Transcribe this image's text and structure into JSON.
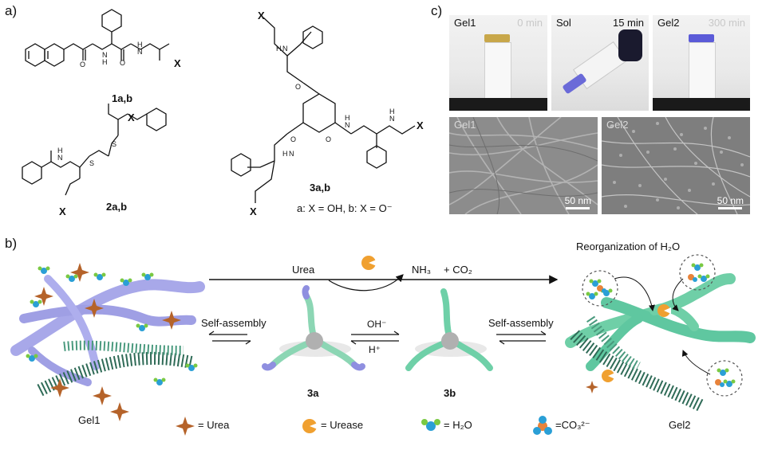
{
  "panels": {
    "a": "a)",
    "b": "b)",
    "c": "c)"
  },
  "compounds": {
    "c1": "1a,b",
    "c2": "2a,b",
    "c3": "3a,b",
    "x_label": "X",
    "definition": "a: X = OH, b: X = O⁻"
  },
  "panel_c": {
    "photos": [
      {
        "title": "Gel1",
        "time": "0 min"
      },
      {
        "title": "Sol",
        "time": "15 min"
      },
      {
        "title": "Gel2",
        "time": "300 min"
      }
    ],
    "tem": [
      {
        "title": "Gel1",
        "scale": "50 nm"
      },
      {
        "title": "Gel2",
        "scale": "50 nm"
      }
    ]
  },
  "panel_b": {
    "urea": "Urea",
    "nh3": "NH₃",
    "plus_co2": "+ CO₂",
    "self_assembly_left": "Self-assembly",
    "self_assembly_right": "Self-assembly",
    "oh": "OH⁻",
    "h": "H⁺",
    "label_3a": "3a",
    "label_3b": "3b",
    "gel1": "Gel1",
    "gel2": "Gel2",
    "reorg": "Reorganization of H₂O"
  },
  "legend": {
    "urea": "= Urea",
    "urease": "= Urease",
    "h2o": "= H₂O",
    "co3": "=CO₃²⁻"
  },
  "colors": {
    "purple_fiber": "#8f8fe0",
    "green_fiber": "#5fc7a0",
    "urea_star": "#b5632a",
    "urease": "#f0a030",
    "water_blue": "#2a9fd6",
    "water_green": "#7ac943",
    "co3_orange": "#e8833a"
  }
}
